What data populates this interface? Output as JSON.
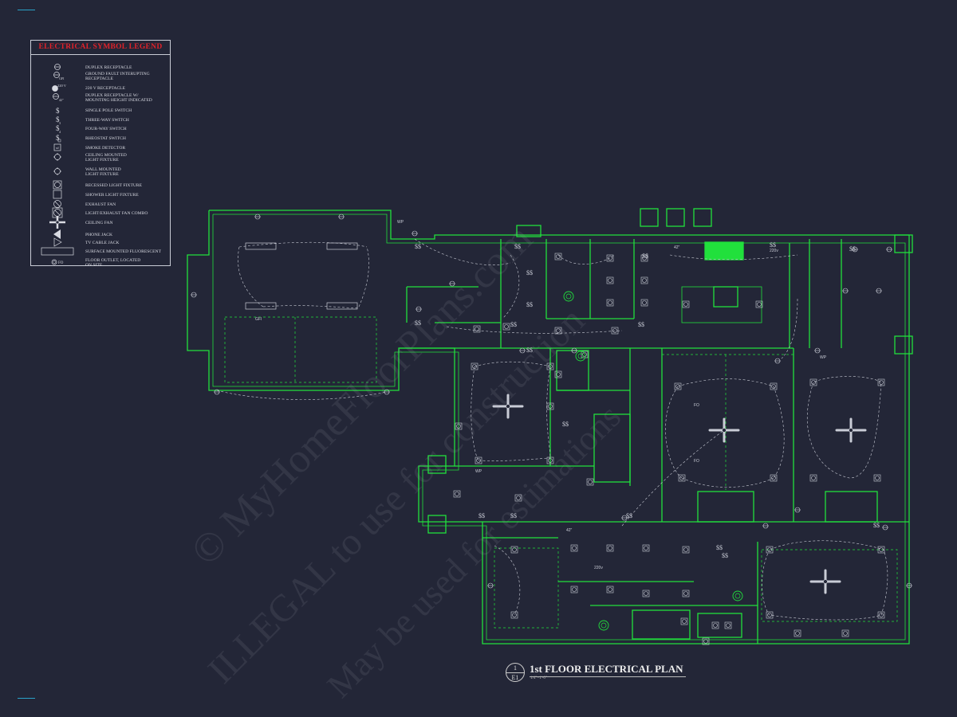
{
  "legend": {
    "title": "ELECTRICAL SYMBOL LEGEND",
    "items": [
      {
        "icon": "duplex-receptacle",
        "label": "DUPLEX RECEPTACLE"
      },
      {
        "icon": "gfi-receptacle",
        "label": "GROUND FAULT INTERUPTING\nRECEPTACLE"
      },
      {
        "icon": "220v-receptacle",
        "label": "220 V RECEPTACLE"
      },
      {
        "icon": "receptacle-height",
        "label": "DUPLEX RECEPTACLE W/\nMOUNTING HEIGHT INDICATED"
      },
      {
        "icon": "single-pole-switch",
        "label": "SINGLE POLE SWITCH"
      },
      {
        "icon": "three-way-switch",
        "label": "THREE-WAY SWITCH"
      },
      {
        "icon": "four-way-switch",
        "label": "FOUR-WAY SWITCH"
      },
      {
        "icon": "rheostat-switch",
        "label": "RHEOSTAT SWITCH"
      },
      {
        "icon": "smoke-detector",
        "label": "SMOKE DETECTOR"
      },
      {
        "icon": "ceiling-light",
        "label": "CEILING MOUNTED\nLIGHT FIXTURE"
      },
      {
        "icon": "wall-light",
        "label": "WALL MOUNTED\nLIGHT FIXTURE"
      },
      {
        "icon": "recessed-light",
        "label": "RECESSED LIGHT FIXTURE"
      },
      {
        "icon": "shower-light",
        "label": "SHOWER LIGHT FIXTURE"
      },
      {
        "icon": "exhaust-fan",
        "label": "EXHAUST FAN"
      },
      {
        "icon": "light-exhaust-combo",
        "label": "LIGHT/EXHAUST FAN COMBO"
      },
      {
        "icon": "ceiling-fan",
        "label": "CEILING FAN"
      },
      {
        "icon": "phone-jack",
        "label": "PHONE JACK"
      },
      {
        "icon": "tv-cable-jack",
        "label": "TV CABLE JACK"
      },
      {
        "icon": "surface-fluorescent",
        "label": "SURFACE MOUNTED FLUORESCENT"
      },
      {
        "icon": "floor-outlet",
        "label": "FLOOR OUTLET, LOCATED\nON SITE"
      }
    ],
    "symbol_220": "220 V",
    "symbol_gfi": "GFI",
    "symbol_42": "42\"",
    "symbol_fo": "FO"
  },
  "plan": {
    "title": "1st FLOOR ELECTRICAL PLAN",
    "detail_number": "1",
    "sheet": "E1",
    "scale": "1/4\"=1'-0\"",
    "line_color": "#21e03c",
    "annotations": {
      "fo": "FO",
      "v220": "220v",
      "h42": "42\"",
      "wp": "WP",
      "gfi": "GFI"
    }
  },
  "watermark": {
    "line1": "© MyHomeFloorPlans.com",
    "line2": "ILLEGAL to use for construction",
    "line3": "May be used for estimations"
  }
}
